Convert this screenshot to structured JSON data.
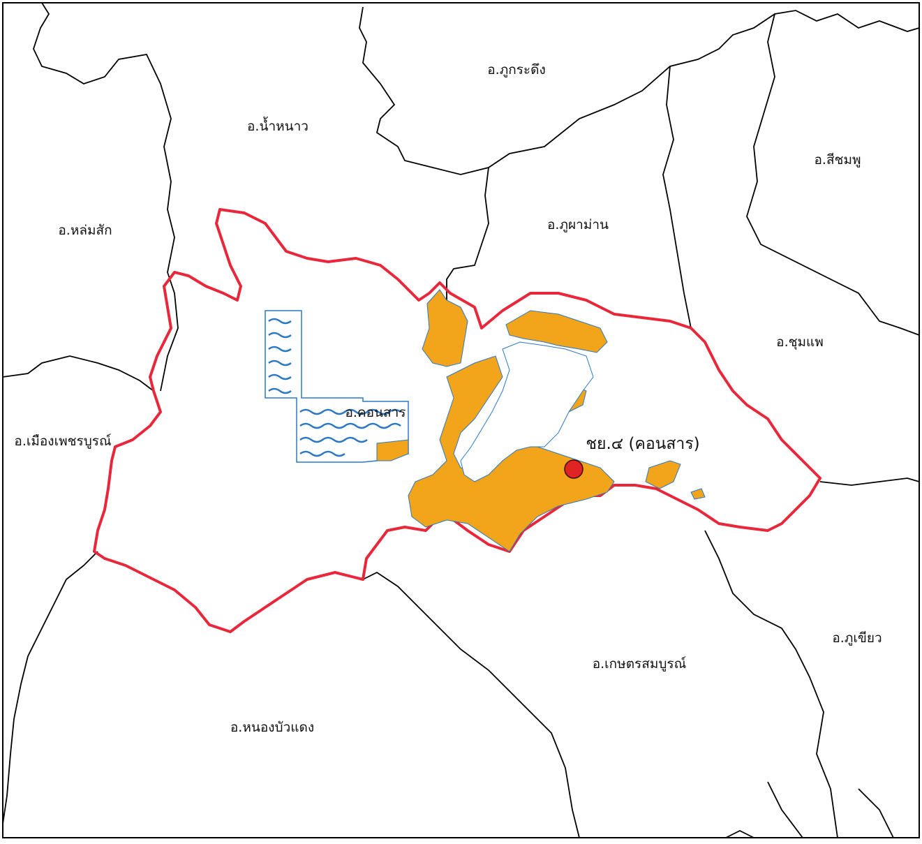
{
  "map": {
    "colors": {
      "district_boundary": "#000000",
      "study_boundary": "#e8283a",
      "orange_zone": "#f2a51a",
      "blue_zone": "#2a78c4",
      "station_marker": "#e02424"
    },
    "district_labels": {
      "phu_kradueng": "อ.ภูกระดึง",
      "nam_nao": "อ.น้ำหนาว",
      "si_chomphu": "อ.สีชมพู",
      "lom_sak": "อ.หล่มสัก",
      "phu_pha_man": "อ.ภูผาม่าน",
      "chum_phae": "อ.ชุมแพ",
      "khon_san": "อ.คอนสาร",
      "mueang_phetchabun": "อ.เมืองเพชรบูรณ์",
      "phu_khiao": "อ.ภูเขียว",
      "kaset_sombun": "อ.เกษตรสมบูรณ์",
      "nong_bua_daeng": "อ.หนองบัวแดง"
    },
    "station": {
      "label": "ชย.๔ (คอนสาร)",
      "icon": "station-dot-icon"
    }
  }
}
